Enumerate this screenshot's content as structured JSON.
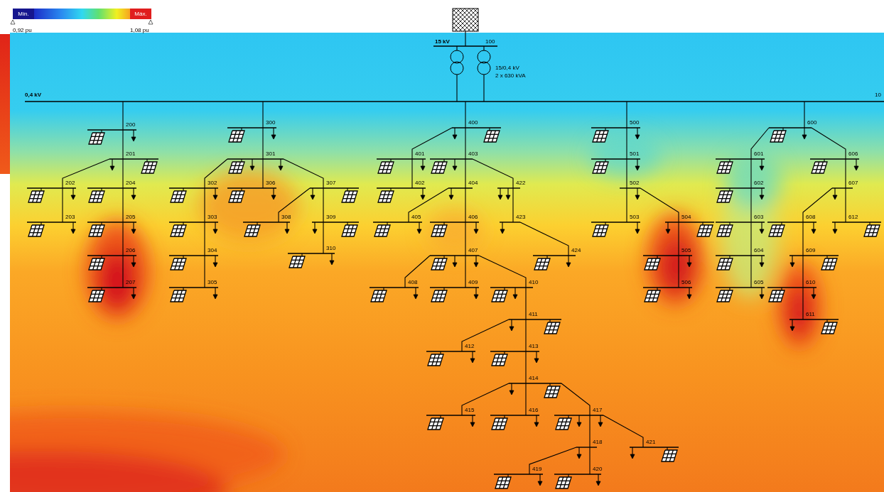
{
  "diagram": {
    "labels": [
      "15 kV",
      "100",
      "15/0,4 kV",
      "2 x 630 kVA",
      "0,4 kV",
      "10",
      "200",
      "201",
      "202",
      "203",
      "204",
      "205",
      "206",
      "207",
      "300",
      "301",
      "302",
      "303",
      "304",
      "305",
      "306",
      "307",
      "308",
      "309",
      "310",
      "400",
      "401",
      "402",
      "403",
      "404",
      "405",
      "406",
      "407",
      "408",
      "409",
      "410",
      "411",
      "412",
      "413",
      "414",
      "415",
      "416",
      "417",
      "418",
      "419",
      "420",
      "421",
      "422",
      "423",
      "424",
      "500",
      "501",
      "502",
      "503",
      "504",
      "505",
      "506",
      "600",
      "601",
      "602",
      "603",
      "604",
      "605",
      "606",
      "607",
      "608",
      "609",
      "610",
      "611",
      "612",
      "0,92 pu",
      "1,08 pu"
    ],
    "legend": [
      {
        "text": "Mín.",
        "color": "#16168e"
      },
      {
        "text": "Máx.",
        "color": "#e01e1e"
      }
    ]
  }
}
